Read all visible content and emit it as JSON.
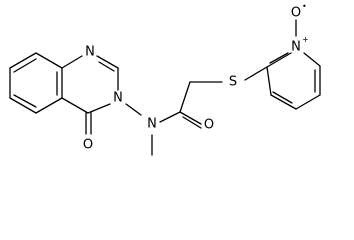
{
  "atoms": {
    "n_quinazoline_top": "N",
    "n_quinazoline_3": "N",
    "o_carbonyl_ring": "O",
    "n_amide": "N",
    "o_amide": "O",
    "s_thioether": "S",
    "n_pyridine": "N",
    "n_pyridine_charge": "+",
    "o_oxide": "O",
    "o_oxide_radical": "•"
  }
}
